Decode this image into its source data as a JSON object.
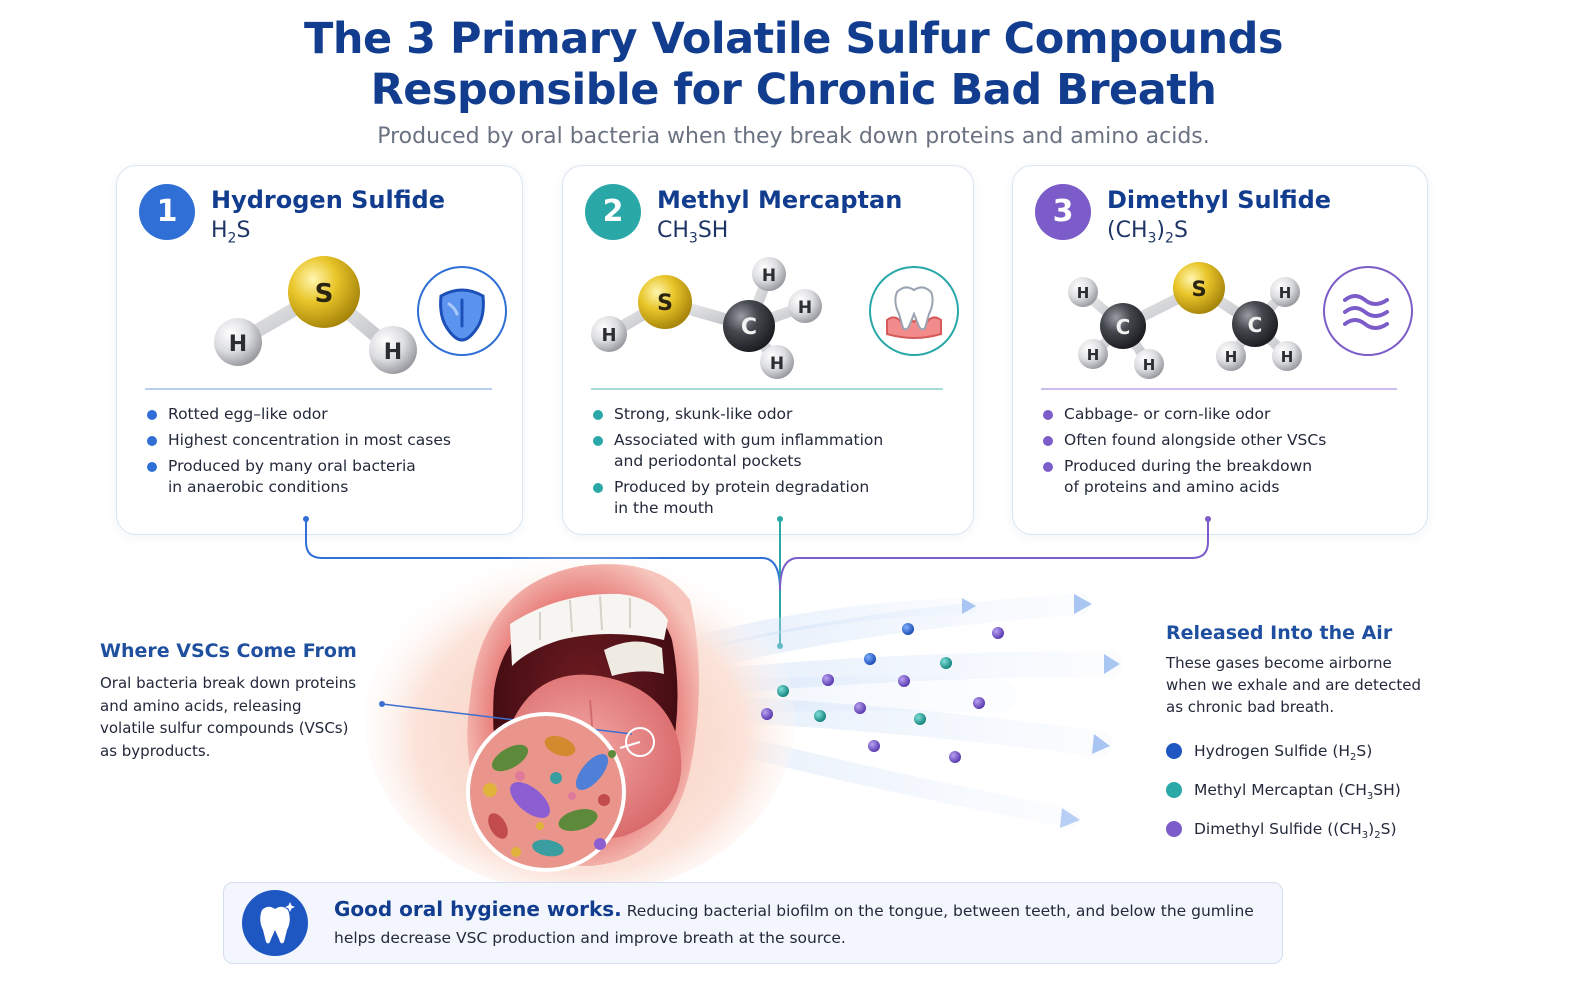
{
  "header": {
    "title_line1": "The 3 Primary Volatile Sulfur Compounds",
    "title_line2": "Responsible for Chronic Bad Breath",
    "subtitle": "Produced by oral bacteria when they break down proteins and amino acids."
  },
  "colors": {
    "blue": "#2f6fd6",
    "teal": "#2aa8a8",
    "purple": "#7c5cc9",
    "navy": "#123d8f",
    "sulfur": "#e3c21a",
    "carbon": "#3d3f45"
  },
  "compounds": [
    {
      "number": "1",
      "name": "Hydrogen Sulfide",
      "formula": {
        "a": "H",
        "s1": "2",
        "b": "S",
        "s2": "",
        "c": ""
      },
      "icon": "tongue-icon",
      "bullets": [
        {
          "lines": [
            "Rotted egg–like odor"
          ]
        },
        {
          "lines": [
            "Highest concentration in most cases"
          ]
        },
        {
          "lines": [
            "Produced by many oral bacteria",
            "in anaerobic conditions"
          ]
        }
      ]
    },
    {
      "number": "2",
      "name": "Methyl Mercaptan",
      "formula": {
        "a": "CH",
        "s1": "3",
        "b": "SH",
        "s2": "",
        "c": ""
      },
      "icon": "tooth-gum-icon",
      "bullets": [
        {
          "lines": [
            "Strong, skunk-like odor"
          ]
        },
        {
          "lines": [
            "Associated with gum inflammation",
            "and periodontal pockets"
          ]
        },
        {
          "lines": [
            "Produced by protein degradation",
            "in the mouth"
          ]
        }
      ]
    },
    {
      "number": "3",
      "name": "Dimethyl Sulfide",
      "formula": {
        "a": "(CH",
        "s1": "3",
        "b": ")",
        "s2": "2",
        "c": "S"
      },
      "icon": "odor-waves-icon",
      "bullets": [
        {
          "lines": [
            "Cabbage- or corn-like odor"
          ]
        },
        {
          "lines": [
            "Often found alongside other VSCs"
          ]
        },
        {
          "lines": [
            "Produced during the breakdown",
            "of proteins and amino acids"
          ]
        }
      ]
    }
  ],
  "atoms": {
    "sulfur": "S",
    "carbon": "C",
    "hydrogen": "H"
  },
  "where": {
    "title": "Where VSCs Come From",
    "lines": [
      "Oral bacteria break down proteins",
      "and amino acids, releasing",
      "volatile sulfur compounds (VSCs)",
      "as byproducts."
    ]
  },
  "released": {
    "title": "Released Into the Air",
    "lines": [
      "These gases become airborne",
      "when we exhale and are detected",
      "as chronic bad breath."
    ],
    "legend": [
      {
        "a": "Hydrogen Sulfide (H",
        "s1": "2",
        "b": "S)",
        "s2": "",
        "c": ""
      },
      {
        "a": "Methyl Mercaptan (CH",
        "s1": "3",
        "b": "SH)",
        "s2": "",
        "c": ""
      },
      {
        "a": "Dimethyl Sulfide ((CH",
        "s1": "3",
        "b": ")",
        "s2": "2",
        "c": "S)"
      }
    ]
  },
  "banner": {
    "bold": "Good oral hygiene works.",
    "text1": "Reducing bacterial biofilm on the tongue, between teeth, and below the gumline",
    "text2": "helps decrease VSC production and improve breath at the source."
  }
}
